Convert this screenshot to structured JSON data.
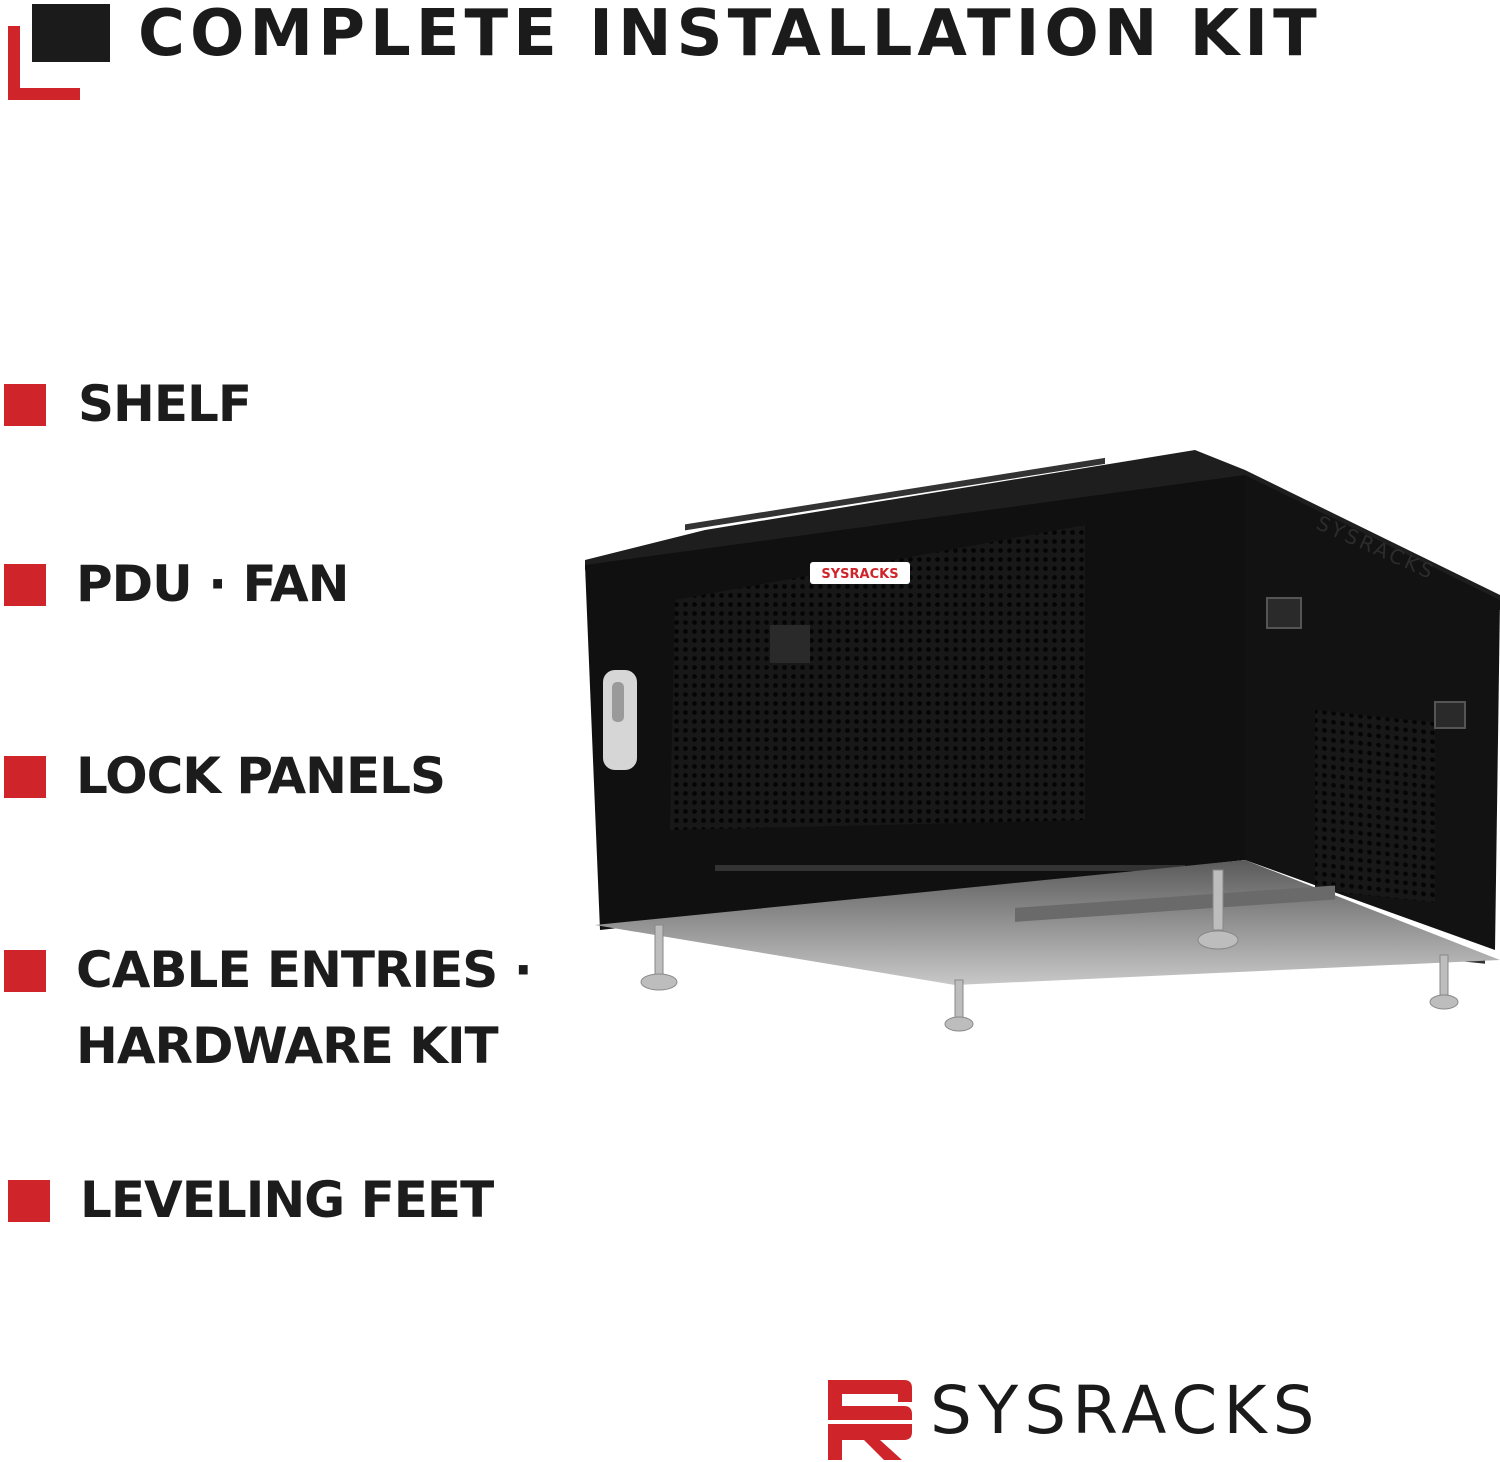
{
  "header": {
    "title": "COMPLETE INSTALLATION KIT",
    "logo_icon": "corner-squares-icon"
  },
  "features": [
    {
      "label": "SHELF"
    },
    {
      "label": "PDU · FAN"
    },
    {
      "label": "LOCK PANELS"
    },
    {
      "label": "CABLE ENTRIES ·",
      "label2": "HARDWARE KIT"
    },
    {
      "label": "LEVELING FEET"
    }
  ],
  "product": {
    "name": "wall-mount network cabinet",
    "door_logo": "SYSRACKS",
    "side_logo": "SYSRACKS"
  },
  "brand": {
    "wordmark": "SYSRACKS"
  },
  "colors": {
    "accent": "#d0242b",
    "text": "#1c1c1c",
    "cabinet": "#141414",
    "background": "#ffffff"
  }
}
